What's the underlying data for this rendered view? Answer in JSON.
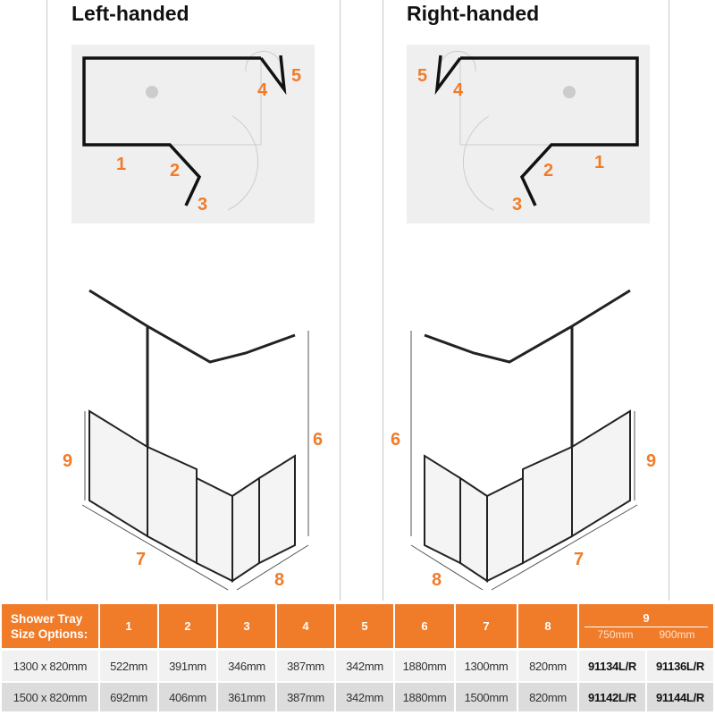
{
  "left": {
    "title": "Left-handed",
    "labels": {
      "n1": "1",
      "n2": "2",
      "n3": "3",
      "n4": "4",
      "n5": "5",
      "n6": "6",
      "n7": "7",
      "n8": "8",
      "n9": "9"
    }
  },
  "right": {
    "title": "Right-handed",
    "labels": {
      "n1": "1",
      "n2": "2",
      "n3": "3",
      "n4": "4",
      "n5": "5",
      "n6": "6",
      "n7": "7",
      "n8": "8",
      "n9": "9"
    }
  },
  "colors": {
    "accent": "#f07c2a",
    "row1": "#f1f1f2",
    "row2": "#dcdcdd"
  },
  "table": {
    "header_label": [
      "Shower Tray",
      "Size Options:"
    ],
    "columns": [
      "1",
      "2",
      "3",
      "4",
      "5",
      "6",
      "7",
      "8"
    ],
    "col9": {
      "label": "9",
      "sub": [
        "750mm",
        "900mm"
      ]
    },
    "rows": [
      {
        "size": "1300 x 820mm",
        "values": [
          "522mm",
          "391mm",
          "346mm",
          "387mm",
          "342mm",
          "1880mm",
          "1300mm",
          "820mm"
        ],
        "codes": [
          "91134L/R",
          "91136L/R"
        ]
      },
      {
        "size": "1500 x 820mm",
        "values": [
          "692mm",
          "406mm",
          "361mm",
          "387mm",
          "342mm",
          "1880mm",
          "1500mm",
          "820mm"
        ],
        "codes": [
          "91142L/R",
          "91144L/R"
        ]
      }
    ]
  }
}
